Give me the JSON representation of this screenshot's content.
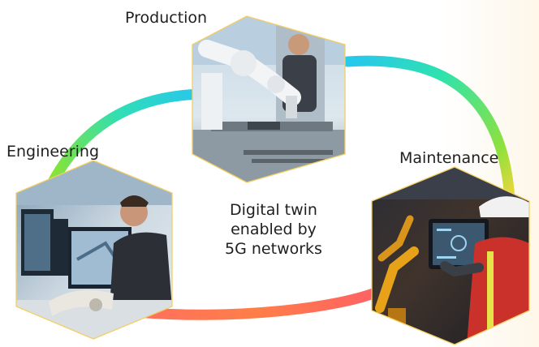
{
  "diagram": {
    "labels": {
      "production": "Production",
      "engineering": "Engineering",
      "maintenance": "Maintenance"
    },
    "center_text": [
      "Digital twin",
      "enabled by",
      "5G networks"
    ],
    "nodes": [
      {
        "id": "production",
        "scene": "factory floor with white robotic arm and worker"
      },
      {
        "id": "engineering",
        "scene": "engineer at desk with multiple CAD monitors"
      },
      {
        "id": "maintenance",
        "scene": "worker with hard hat and tablet monitoring robot arms"
      }
    ],
    "cycle_gradient": [
      "#24c3ef",
      "#35dfb0",
      "#7fe13a",
      "#f2d63a",
      "#ff7a4a",
      "#ff5a6b"
    ],
    "hex_outline_color": "#f3cf63"
  }
}
